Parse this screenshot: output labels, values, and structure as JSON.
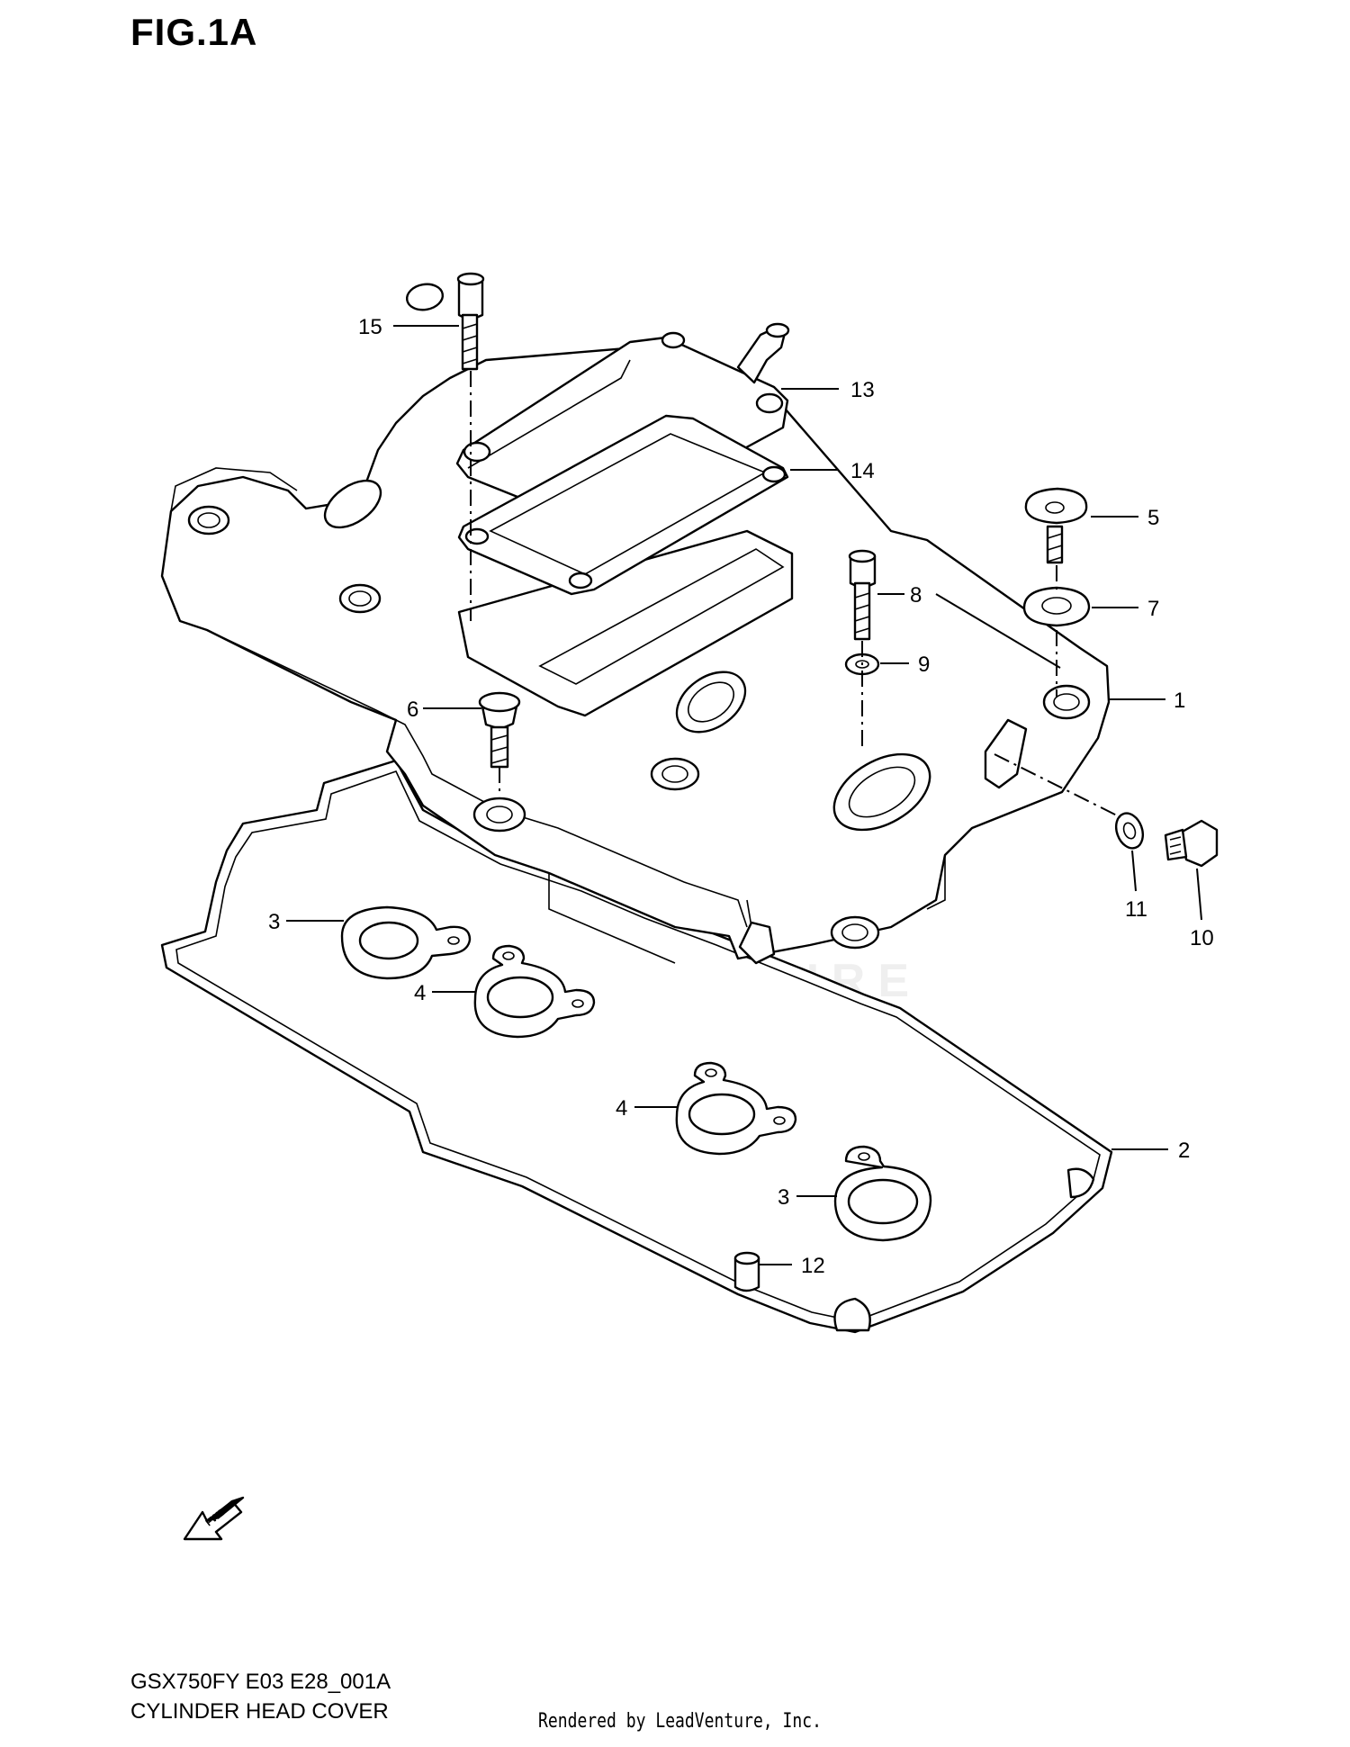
{
  "figure": {
    "title": "FIG.1A"
  },
  "callouts": {
    "c1": "1",
    "c2": "2",
    "c3a": "3",
    "c3b": "3",
    "c4a": "4",
    "c4b": "4",
    "c5": "5",
    "c6": "6",
    "c7": "7",
    "c8": "8",
    "c9": "9",
    "c10": "10",
    "c11": "11",
    "c12": "12",
    "c13": "13",
    "c14": "14",
    "c15": "15"
  },
  "fwd_arrow": {
    "label": "FWD"
  },
  "watermark": {
    "text": "LEADVENTURE"
  },
  "footer": {
    "code": "GSX750FY E03 E28_001A",
    "name": "CYLINDER HEAD COVER",
    "credit": "Rendered by LeadVenture, Inc."
  }
}
